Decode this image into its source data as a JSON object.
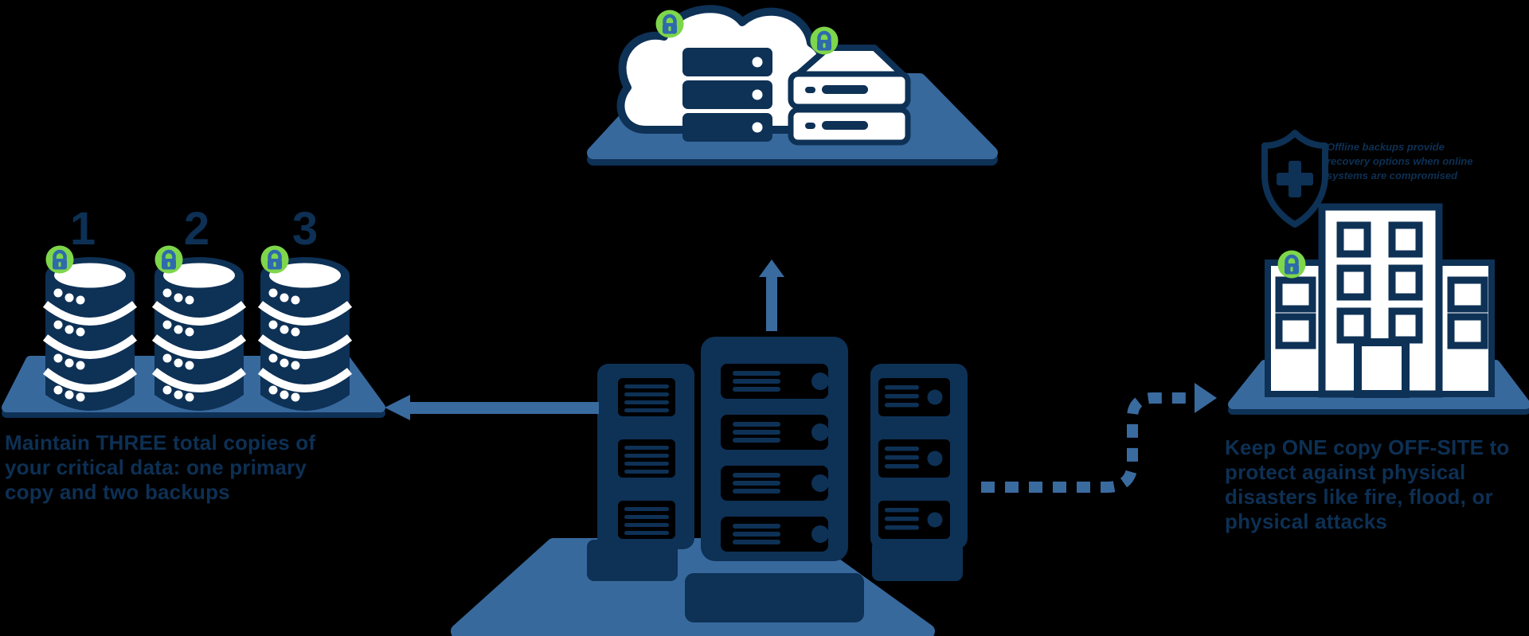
{
  "colors": {
    "background": "#000000",
    "navy": "#0e3156",
    "text_navy": "#0d3054",
    "platform_blue": "#38699d",
    "arrow_blue": "#3a6b9f",
    "lock_green": "#7ed64a",
    "lock_blue": "#2e6aac",
    "white": "#ffffff"
  },
  "local_copies": {
    "labels": [
      "1",
      "2",
      "3"
    ],
    "caption_lines": [
      "Maintain THREE total copies of",
      "your critical data: one primary",
      "copy and two backups"
    ]
  },
  "offsite": {
    "caption_lines": [
      "Keep ONE copy OFF-SITE to",
      "protect against physical",
      "disasters like fire, flood, or",
      "physical attacks"
    ],
    "note_lines": [
      "Offline backups provide",
      "recovery options when online",
      "systems are compromised"
    ]
  }
}
